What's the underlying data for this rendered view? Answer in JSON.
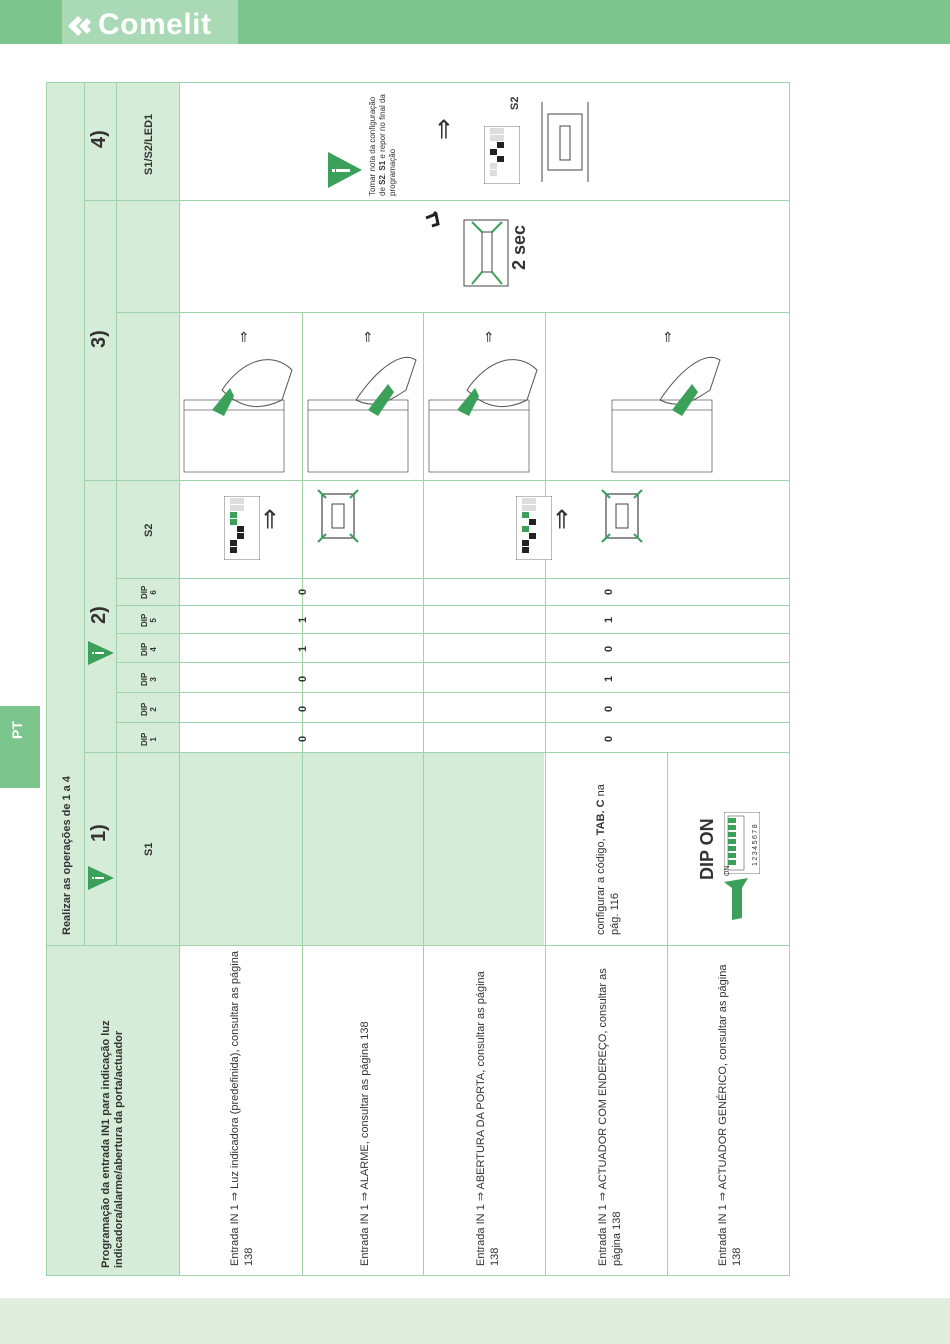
{
  "header": {
    "brand": "Comelit",
    "brand_mark": "comelit-logo-mark-icon"
  },
  "side_tab": {
    "label": "PT"
  },
  "table": {
    "title": "Programação da entrada IN1 para indicação luz indicadora/alarme/abertura da porta/actuador",
    "ops_header": "Realizar as operações de 1 a 4",
    "steps": [
      {
        "number": "1)",
        "sub": "S1"
      },
      {
        "number": "2)",
        "sub": "S2"
      },
      {
        "number": "3)",
        "sub": ""
      },
      {
        "number": "4)",
        "sub": "S1/S2/LED1"
      }
    ],
    "dip_headers": [
      {
        "top": "DIP",
        "bottom": "1"
      },
      {
        "top": "DIP",
        "bottom": "2"
      },
      {
        "top": "DIP",
        "bottom": "3"
      },
      {
        "top": "DIP",
        "bottom": "4"
      },
      {
        "top": "DIP",
        "bottom": "5"
      },
      {
        "top": "DIP",
        "bottom": "6"
      }
    ],
    "rows": [
      {
        "label": "Entrada IN 1 ⇒ Luz indicadora (predefinida), consultar as página 138"
      },
      {
        "label": "Entrada IN 1 ⇒ ALARME, consultar as página 138"
      },
      {
        "label": "Entrada IN 1 ⇒ ABERTURA DA PORTA, consultar as página 138"
      },
      {
        "label": "Entrada IN 1 ⇒ ACTUADOR COM ENDEREÇO, consultar as página 138"
      },
      {
        "label": "Entrada IN 1 ⇒ ACTUADOR GENÉRICO, consultar as página 138"
      }
    ],
    "dip_values_group1": [
      "0",
      "0",
      "0",
      "1",
      "1",
      "0"
    ],
    "dip_values_group2": [
      "0",
      "0",
      "1",
      "0",
      "1",
      "0"
    ],
    "s1_text_pre": "configurar a código, ",
    "s1_text_bold": "TAB. C",
    "s1_text_post": " na pág. 116",
    "dip_on_label": "DIP ON",
    "switch_on_label": "ON",
    "switch_numbers": "12345678",
    "two_sec": "2 sec",
    "note_pre": "Tomar nota da configuração de ",
    "note_s2": "S2",
    "note_mid": ". ",
    "note_s1": "S1",
    "note_post": " e repor no final da programação",
    "s2_label": "S2",
    "arrow_symbol": "⇒"
  }
}
